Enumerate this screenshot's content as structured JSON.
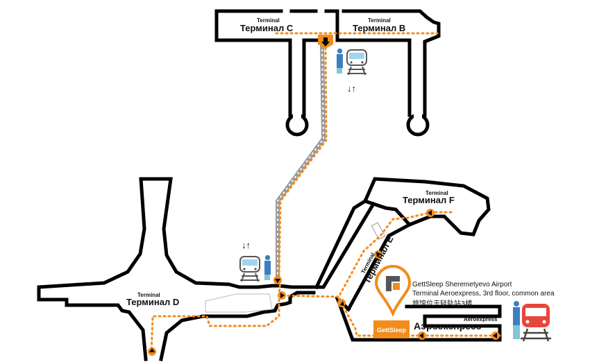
{
  "terminals": {
    "c": {
      "small": "Terminal",
      "big": "Терминал C"
    },
    "b": {
      "small": "Terminal",
      "big": "Терминал B"
    },
    "d": {
      "small": "Terminal",
      "big": "Терминал D"
    },
    "e": {
      "small": "Terminal",
      "big": "Терминал E"
    },
    "f": {
      "small": "Terminal",
      "big": "Терминал F"
    }
  },
  "aeroexpress": {
    "small": "Aeroexpress",
    "big": "Аэроэкспресс"
  },
  "hotel": {
    "line1": "GettSleep Sheremetyevo Airport",
    "line2": "Terminal Aeroexpress, 3rd floor, common area",
    "line3": "旅馆位于轻轨站3楼",
    "badge": "GettSleep"
  },
  "arrows_updown": "↓↑",
  "colors": {
    "route": "#f28c1a",
    "train_red": "#e8463c",
    "track": "#9a9a9a"
  }
}
